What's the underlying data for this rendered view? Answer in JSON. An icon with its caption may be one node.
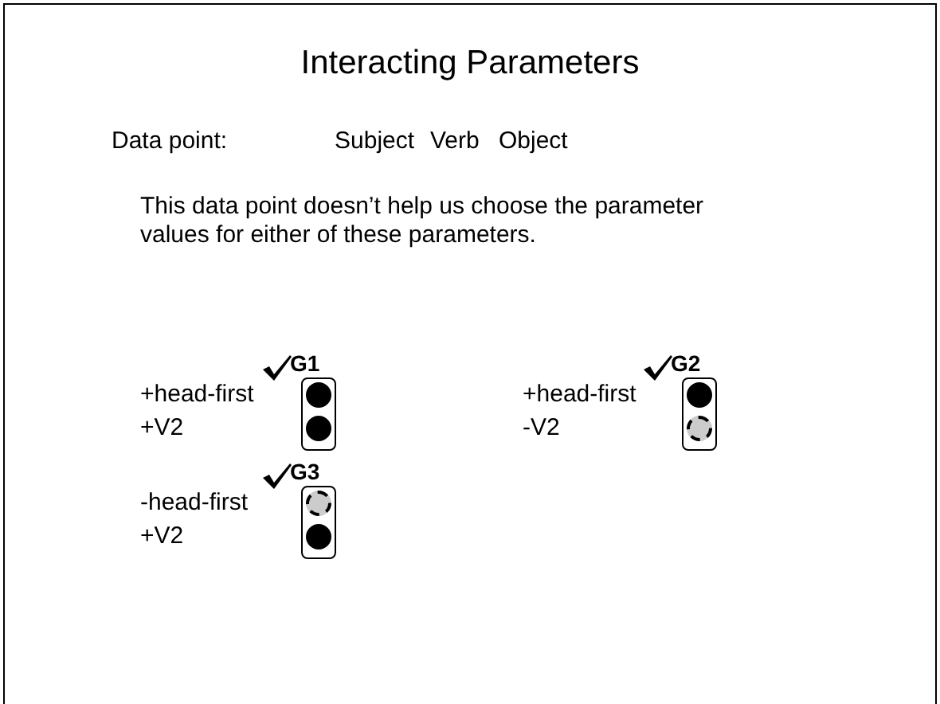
{
  "diagram": {
    "title": "Interacting Parameters",
    "nodes": [
      {
        "text": [
          "G1"
        ],
        "beside": [
          "+head-first",
          "+V2"
        ]
      },
      {
        "text": [],
        "shape": "circle",
        "in": 0
      },
      {
        "text": [],
        "shape": "circle",
        "in": 0
      },
      {
        "text": [
          "G2"
        ],
        "beside": [
          "+head-first",
          "-V2"
        ]
      },
      {
        "text": [],
        "shape": "circle",
        "in": 3
      },
      {
        "text": [],
        "shape": "circle",
        "in": 3
      },
      {
        "text": [
          "G3"
        ],
        "beside": [
          "-head-first",
          "+V2"
        ]
      },
      {
        "text": [],
        "shape": "circle",
        "in": 6
      },
      {
        "text": [],
        "shape": "circle",
        "in": 6
      }
    ],
    "edges": [],
    "labels": [
      "Data point:",
      "Subject",
      "Verb",
      "Object",
      "This data point doesn’t help us choose the parameter values for either of these parameters."
    ]
  }
}
